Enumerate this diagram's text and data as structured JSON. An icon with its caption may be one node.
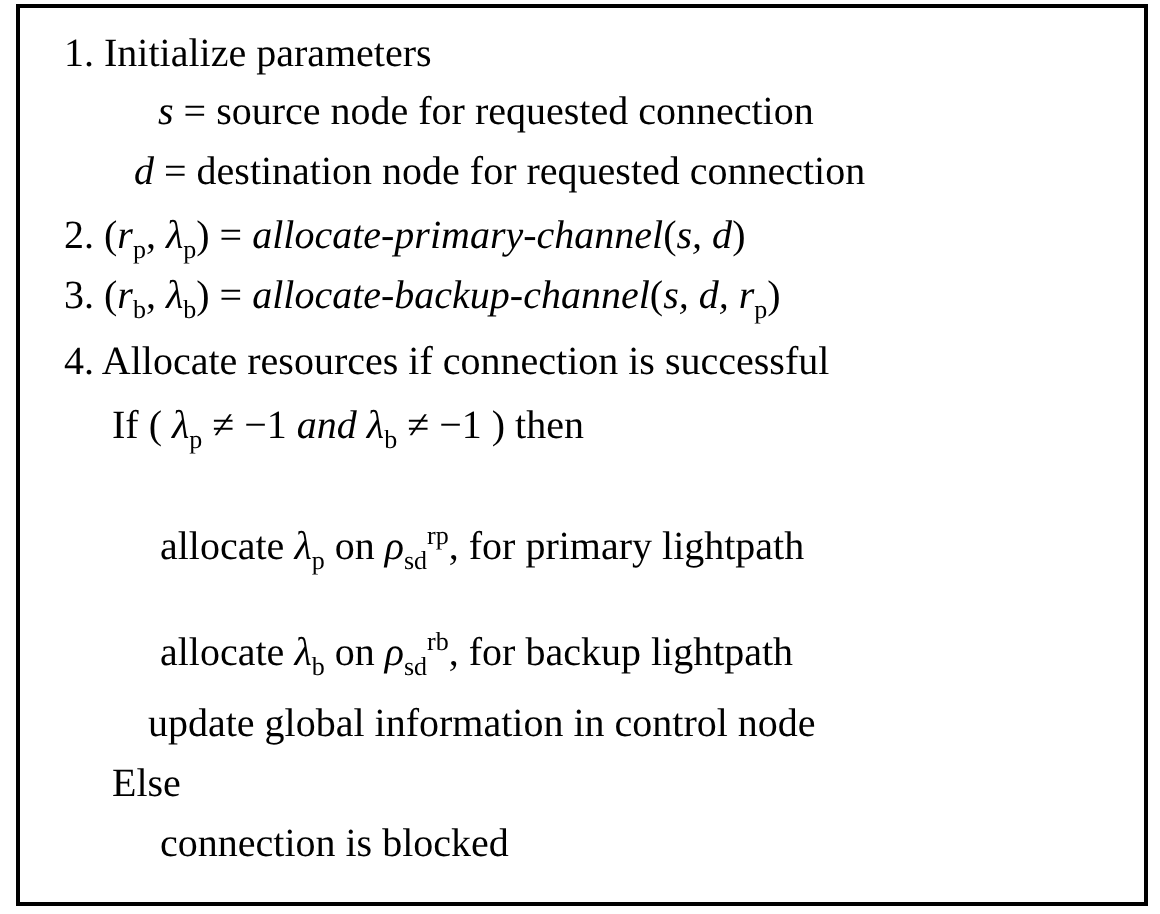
{
  "diagram": {
    "nodes": [
      {
        "text": [
          "1. Initialize parameters",
          "*s* = source node for requested connection",
          "*d* = destination node for requested connection",
          "2. (*r*$_{p}$, *λ*$_{p}$) = *allocate-primary-channel*(*s, d*)",
          "3. (*r*$_{b}$, *λ*$_{b}$) = *allocate-backup-channel*(*s, d, r*$_{p}$)",
          "4. Allocate resources if connection is successful",
          "If ( *λ*$_{p}$ ≠ −1 *and λ*$_{b}$ ≠ −1 ) then",
          "allocate *λ*$_{p}$ on *ρ*$_{sd}$$^{rp}$, for primary lightpath",
          "allocate *λ*$_{b}$ on *ρ*$_{sd}$$^{rb}$, for backup lightpath",
          "update global information in control node",
          "Else",
          "connection is blocked"
        ]
      }
    ]
  }
}
